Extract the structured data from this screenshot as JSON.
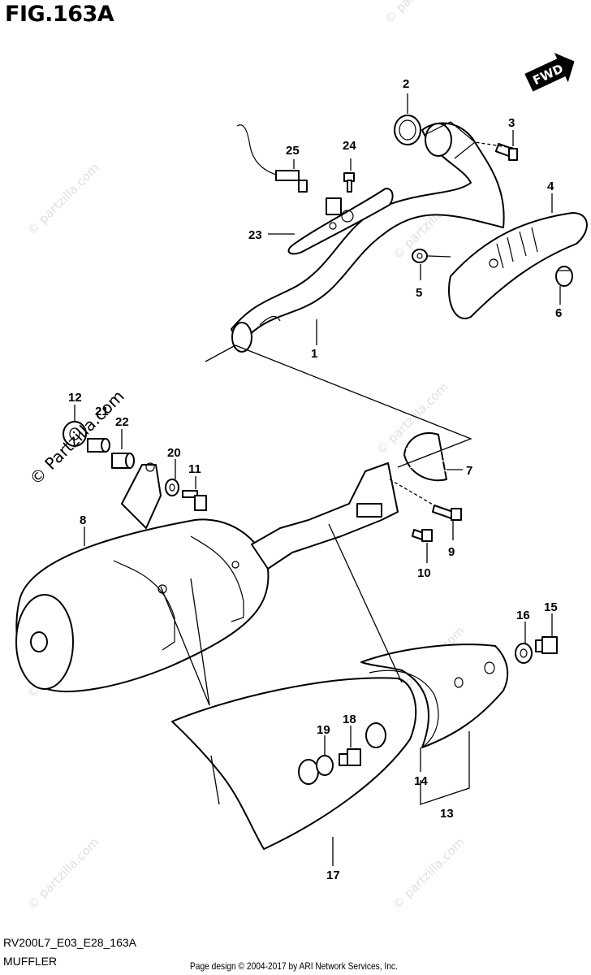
{
  "figure": {
    "title": "FIG.163A",
    "code": "RV200L7_E03_E28_163A",
    "section": "MUFFLER",
    "copyright": "Page design © 2004-2017 by ARI Network Services, Inc."
  },
  "direction_badge": "FWD",
  "watermark": {
    "text": "© Partzilla.com",
    "faint": "© partzilla.com"
  },
  "callouts": [
    "1",
    "2",
    "3",
    "4",
    "5",
    "6",
    "7",
    "8",
    "9",
    "10",
    "11",
    "12",
    "13",
    "14",
    "15",
    "16",
    "17",
    "18",
    "19",
    "20",
    "21",
    "22",
    "23",
    "24",
    "25"
  ]
}
